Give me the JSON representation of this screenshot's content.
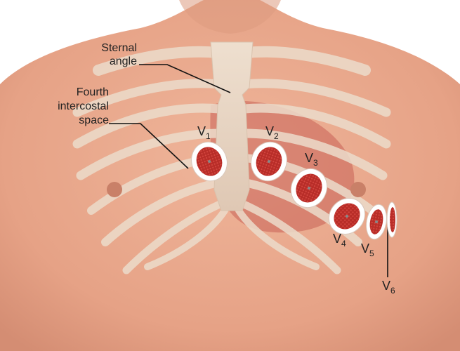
{
  "annotations": {
    "sternal_angle": [
      "Sternal",
      "angle"
    ],
    "fourth_intercostal_space": [
      "Fourth",
      "intercostal",
      "space"
    ]
  },
  "electrodes": [
    {
      "lead": "V",
      "sub": "1"
    },
    {
      "lead": "V",
      "sub": "2"
    },
    {
      "lead": "V",
      "sub": "3"
    },
    {
      "lead": "V",
      "sub": "4"
    },
    {
      "lead": "V",
      "sub": "5"
    },
    {
      "lead": "V",
      "sub": "6"
    }
  ],
  "colors": {
    "skin": "#e8a88c",
    "skin_shadow": "#d58e74",
    "bone": "#e9d7c4",
    "heart": "#c0504a",
    "electrode_pad": "#ffffff",
    "electrode_gel": "#c0312c",
    "leader_line": "#111111"
  }
}
